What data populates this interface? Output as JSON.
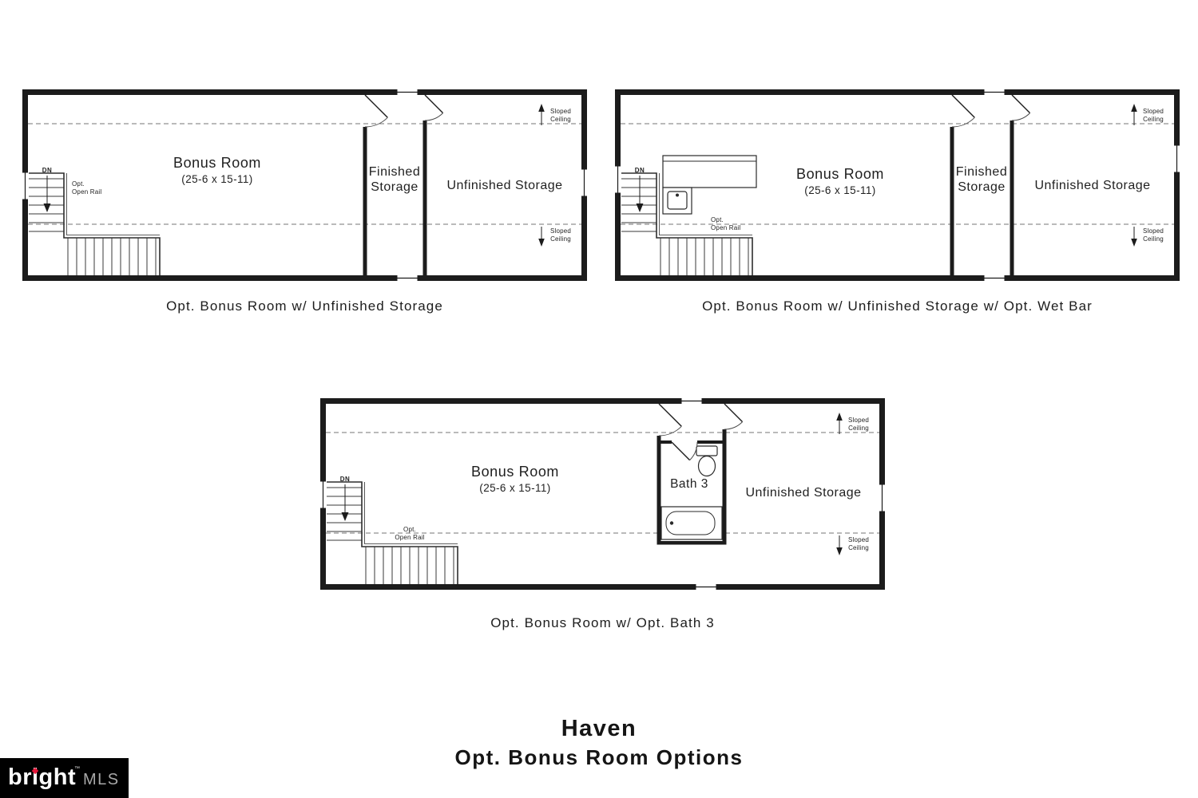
{
  "page": {
    "title": "Haven",
    "subtitle": "Opt. Bonus Room Options"
  },
  "captions": {
    "plan1": "Opt. Bonus Room w/ Unfinished Storage",
    "plan2": "Opt. Bonus Room w/ Unfinished Storage w/ Opt. Wet Bar",
    "plan3": "Opt. Bonus Room w/ Opt. Bath 3"
  },
  "rooms": {
    "bonus_room": "Bonus Room",
    "bonus_room_dims": "(25-6 x 15-11)",
    "finished_storage_line1": "Finished",
    "finished_storage_line2": "Storage",
    "unfinished_storage": "Unfinished Storage",
    "bath3": "Bath 3"
  },
  "annotations": {
    "dn": "DN",
    "opt": "Opt.",
    "open_rail": "Open Rail",
    "sloped": "Sloped",
    "ceiling": "Ceiling"
  },
  "logo": {
    "brand": "bright",
    "tm": "™",
    "mls": "MLS"
  },
  "colors": {
    "wall": "#1c1c1c",
    "dashed_line": "#767676",
    "logo_background": "#000000",
    "logo_red": "#e4173a",
    "logo_mls_gray": "#a8a8a8"
  }
}
